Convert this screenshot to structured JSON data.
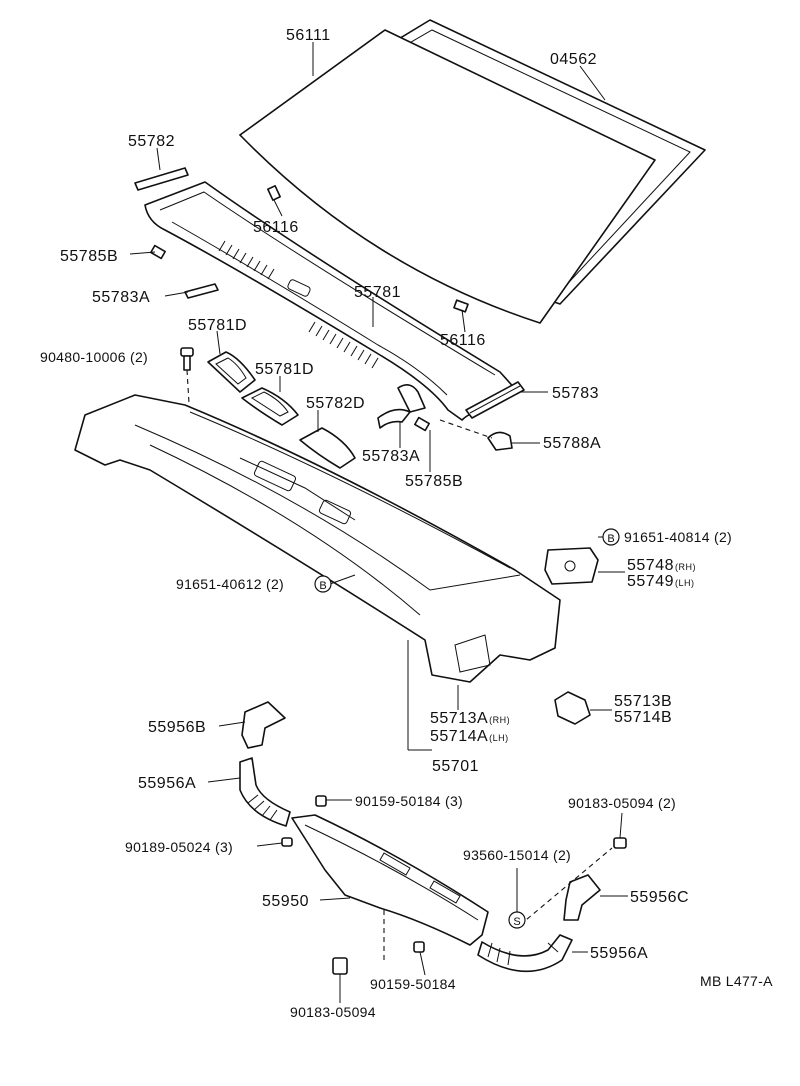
{
  "diagram_id": "MB L477-A",
  "callout_symbols": {
    "bolt": "B",
    "screw": "S"
  },
  "parts": {
    "windshield_glass": "56111",
    "windshield_moulding": "04562",
    "cowl_seal_left": "55782",
    "retainer_left": "55785B",
    "cowl_seal_a_left": "55783A",
    "cowl_panel": "55781",
    "clip_upper": "56116",
    "clip_lower": "56116",
    "cowl_cover_d1": "55781D",
    "cowl_cover_d2": "55781D",
    "bolt_90480": "90480-10006 (2)",
    "seal_d": "55782D",
    "seal_a_right": "55783A",
    "retainer_right": "55785B",
    "cowl_seal_right": "55783",
    "grommet": "55788A",
    "bolt_91651_upper": "91651-40814 (2)",
    "bracket_rh": "55748",
    "bracket_rh_tag": "(RH)",
    "bracket_lh": "55749",
    "bracket_lh_tag": "(LH)",
    "bolt_91651_lower": "91651-40612 (2)",
    "panel_rh": "55713A",
    "panel_rh_tag": "(RH)",
    "panel_lh": "55714A",
    "panel_lh_tag": "(LH)",
    "plate_b_rh": "55713B",
    "plate_b_lh": "55714B",
    "cowl_assy": "55701",
    "nozzle_b": "55956B",
    "hose_left": "55956A",
    "screw_90159_a": "90159-50184 (3)",
    "screw_90189": "90189-05024 (3)",
    "nut_90183_a": "90183-05094 (2)",
    "screw_93560": "93560-15014 (2)",
    "duct": "55950",
    "nozzle_c": "55956C",
    "hose_right": "55956A",
    "screw_90159_b": "90159-50184",
    "nut_90183_b": "90183-05094"
  }
}
